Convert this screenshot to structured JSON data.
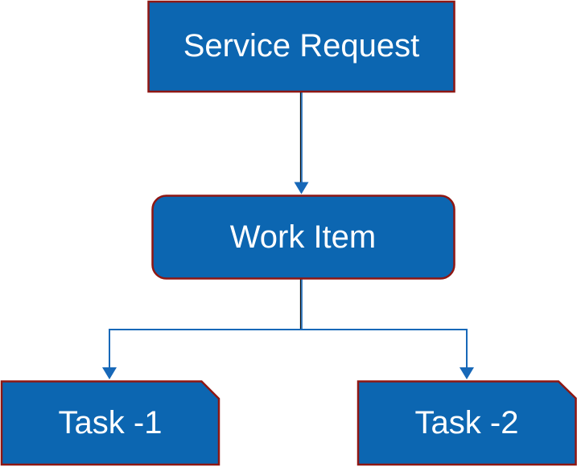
{
  "diagram": {
    "type": "flowchart",
    "nodes": {
      "service_request": {
        "label": "Service Request",
        "shape": "rectangle"
      },
      "work_item": {
        "label": "Work Item",
        "shape": "rounded-rectangle"
      },
      "task_1": {
        "label": "Task -1",
        "shape": "clipped-corner-rectangle"
      },
      "task_2": {
        "label": "Task -2",
        "shape": "clipped-corner-rectangle"
      }
    },
    "edges": [
      {
        "from": "service_request",
        "to": "work_item",
        "arrow": "down"
      },
      {
        "from": "work_item",
        "to": "task_1",
        "arrow": "down"
      },
      {
        "from": "work_item",
        "to": "task_2",
        "arrow": "down"
      }
    ],
    "colors": {
      "node_fill": "#0c66b1",
      "node_border": "#8f1713",
      "connector": "#1768b8",
      "connector_dark": "#0d1117",
      "label_text": "#ffffff",
      "background": "#ffffff"
    }
  }
}
